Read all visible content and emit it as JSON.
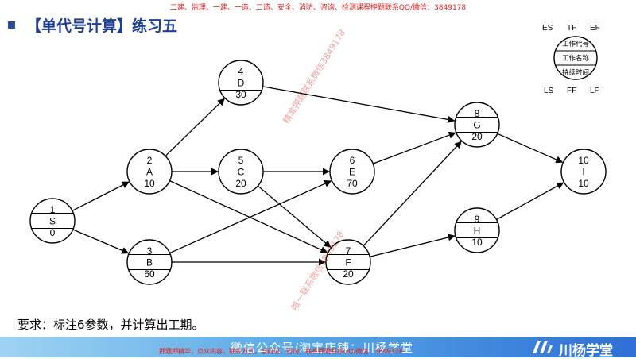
{
  "banner": "二建、监理、一建、一造、二造、安全、消防、咨询、检测课程押题联系QQ/微信：3849178",
  "title": "【单代号计算】练习五",
  "watermarks": [
    "精准押题联系微信3849178",
    "唯一联系微信3849178"
  ],
  "legend": {
    "corners": [
      "ES",
      "TF",
      "EF",
      "LS",
      "FF",
      "LF"
    ],
    "rows": [
      "工作代号",
      "工作名称",
      "持续时间"
    ]
  },
  "nodes": [
    {
      "id": "1",
      "name": "S",
      "dur": "0"
    },
    {
      "id": "2",
      "name": "A",
      "dur": "10"
    },
    {
      "id": "3",
      "name": "B",
      "dur": "60"
    },
    {
      "id": "4",
      "name": "D",
      "dur": "30"
    },
    {
      "id": "5",
      "name": "C",
      "dur": "20"
    },
    {
      "id": "6",
      "name": "E",
      "dur": "70"
    },
    {
      "id": "7",
      "name": "F",
      "dur": "20"
    },
    {
      "id": "8",
      "name": "G",
      "dur": "20"
    },
    {
      "id": "9",
      "name": "H",
      "dur": "10"
    },
    {
      "id": "10",
      "name": "I",
      "dur": "10"
    }
  ],
  "edges": [
    [
      "1",
      "2"
    ],
    [
      "1",
      "3"
    ],
    [
      "2",
      "4"
    ],
    [
      "2",
      "5"
    ],
    [
      "2",
      "7"
    ],
    [
      "3",
      "6"
    ],
    [
      "3",
      "7"
    ],
    [
      "4",
      "8"
    ],
    [
      "5",
      "6"
    ],
    [
      "5",
      "7"
    ],
    [
      "6",
      "8"
    ],
    [
      "7",
      "8"
    ],
    [
      "7",
      "9"
    ],
    [
      "8",
      "10"
    ],
    [
      "9",
      "10"
    ]
  ],
  "requirement": "要求：标注6参数，并计算出工期。",
  "footer": {
    "main": "微信公众号/淘宝店铺：川杨学堂",
    "red": "押题押精华，点众内容，联系方式，当前进，咨询，联系押题联系QQ/微信：3849178",
    "brand": "川杨学堂"
  }
}
